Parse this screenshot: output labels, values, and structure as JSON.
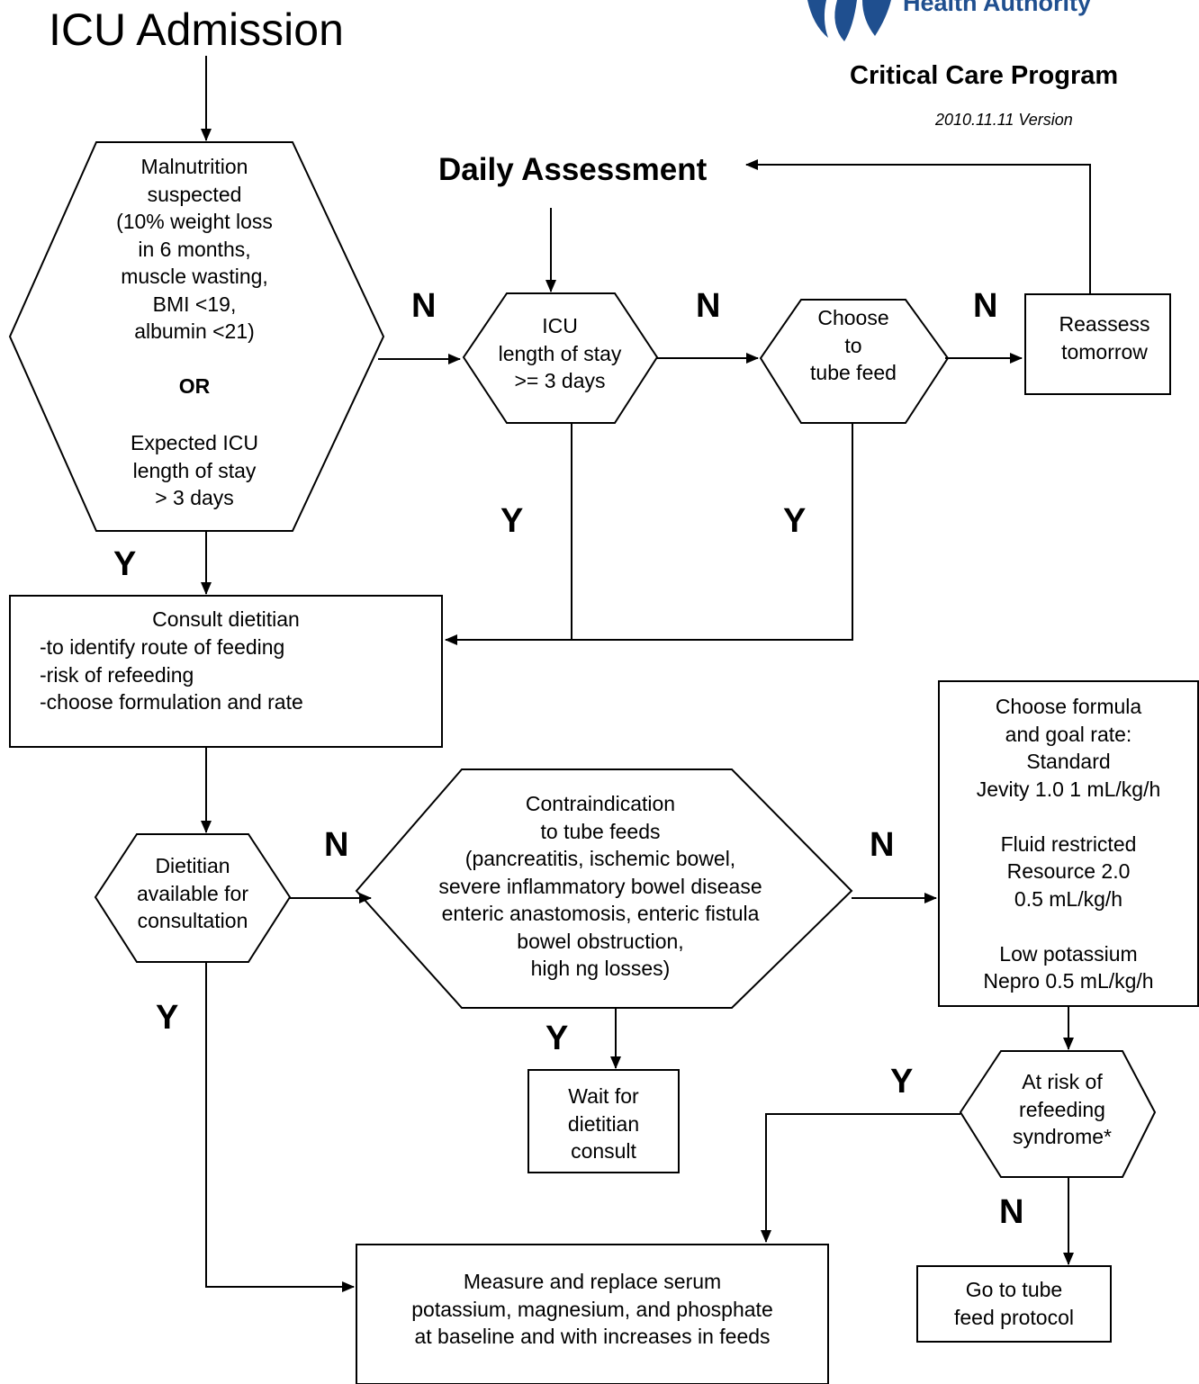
{
  "header": {
    "title": "ICU Admission",
    "logo_text": "Health Authority",
    "program": "Critical Care Program",
    "version": "2010.11.11 Version"
  },
  "daily_assessment": "Daily Assessment",
  "nodes": {
    "malnutrition": {
      "lines": [
        "Malnutrition",
        "suspected",
        "(10% weight loss",
        "in 6 months,",
        "muscle wasting,",
        "BMI <19,",
        "albumin <21)"
      ],
      "or_label": "OR",
      "lines2": [
        "Expected ICU",
        "length of stay",
        "> 3 days"
      ]
    },
    "icu_stay": {
      "lines": [
        "ICU",
        "length of stay",
        ">= 3 days"
      ]
    },
    "choose_tube": {
      "lines": [
        "Choose",
        "to",
        "tube feed"
      ]
    },
    "reassess": {
      "lines": [
        "Reassess",
        "tomorrow"
      ]
    },
    "consult": {
      "lines": [
        "Consult dietitian",
        "-to identify route of feeding",
        "-risk of refeeding",
        "-choose formulation and rate"
      ]
    },
    "dietitian_available": {
      "lines": [
        "Dietitian",
        "available for",
        "consultation"
      ]
    },
    "contraindication": {
      "lines": [
        "Contraindication",
        "to tube feeds",
        "(pancreatitis, ischemic bowel,",
        "severe inflammatory bowel disease",
        "enteric anastomosis, enteric fistula",
        "bowel obstruction,",
        "high ng losses)"
      ]
    },
    "formula": {
      "lines": [
        "Choose formula",
        "and goal rate:",
        "Standard",
        "Jevity 1.0 1 mL/kg/h",
        "",
        "Fluid restricted",
        "Resource 2.0",
        "0.5 mL/kg/h",
        "",
        "Low potassium",
        "Nepro 0.5 mL/kg/h"
      ]
    },
    "wait": {
      "lines": [
        "Wait for",
        "dietitian",
        "consult"
      ]
    },
    "refeeding_risk": {
      "lines": [
        "At risk of",
        "refeeding",
        "syndrome*"
      ]
    },
    "measure": {
      "lines": [
        "Measure and replace serum",
        "potassium, magnesium, and phosphate",
        "at baseline and with increases in feeds"
      ]
    },
    "tube_protocol": {
      "lines": [
        "Go to tube",
        "feed protocol"
      ]
    }
  },
  "labels": {
    "yes": "Y",
    "no": "N"
  },
  "colors": {
    "logo_blue": "#1f4f8f",
    "line": "#000000"
  }
}
